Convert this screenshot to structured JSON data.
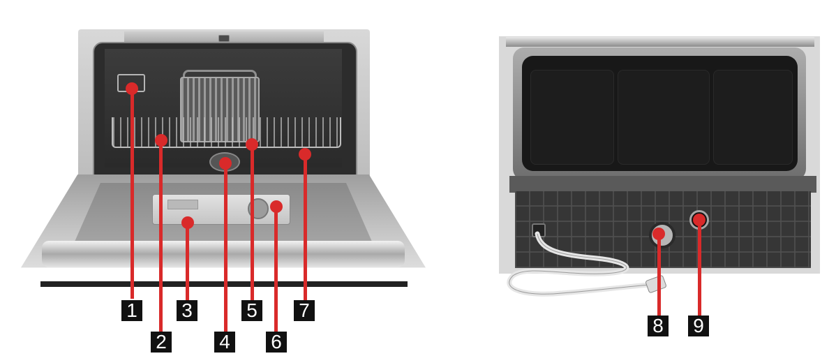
{
  "figure": {
    "panels": [
      {
        "id": "front-open",
        "description": "Dishwasher front view, door open"
      },
      {
        "id": "rear",
        "description": "Dishwasher rear view"
      }
    ],
    "accent_color": "#d92a2a",
    "badge_color": "#111111"
  },
  "callouts": [
    {
      "number": "1",
      "panel": "front-open",
      "target": "spray arm holder (upper left)"
    },
    {
      "number": "2",
      "panel": "front-open",
      "target": "dish basket (left)"
    },
    {
      "number": "3",
      "panel": "front-open",
      "target": "detergent dispenser base"
    },
    {
      "number": "4",
      "panel": "front-open",
      "target": "filter / sump"
    },
    {
      "number": "5",
      "panel": "front-open",
      "target": "cutlery basket"
    },
    {
      "number": "6",
      "panel": "front-open",
      "target": "rinse aid dispenser cap"
    },
    {
      "number": "7",
      "panel": "front-open",
      "target": "dish basket (right)"
    },
    {
      "number": "8",
      "panel": "rear",
      "target": "drain outlet"
    },
    {
      "number": "9",
      "panel": "rear",
      "target": "water inlet"
    }
  ]
}
